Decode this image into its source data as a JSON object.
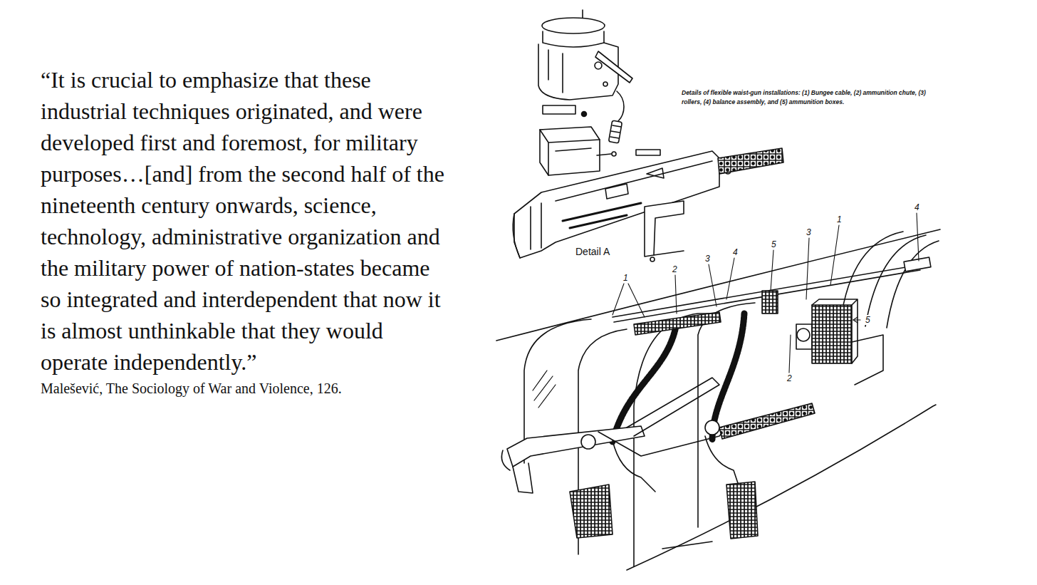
{
  "diagram": {
    "labels": [
      "“It is crucial to emphasize that these industrial techniques originated, and were developed first and foremost, for military purposes…[and] from the second half of the nineteenth century onwards, science, technology, administrative organization and the military power of nation-states became so integrated and interdependent that now it is almost unthinkable that they would operate independently.”",
      "Malešević, The Sociology of War and Violence, 126.",
      "Details of flexible waist-gun installations: (1) Bungee cable, (2) ammunition chute, (3) rollers, (4) balance assembly, and (5) ammunition boxes.",
      "Detail A",
      "1",
      "2",
      "3",
      "4",
      "5",
      "3",
      "1",
      "4",
      "5",
      "2"
    ]
  }
}
